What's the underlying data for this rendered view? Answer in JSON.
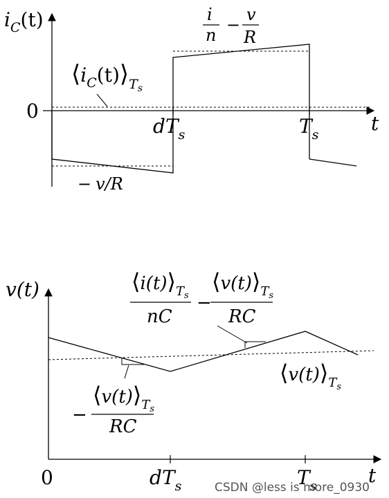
{
  "top": {
    "y_label": "i_C(t)",
    "y_label_main": "i",
    "y_label_sub": "C",
    "y_label_arg": "(t)",
    "avg_label_main": "i",
    "avg_label_sub_c": "C",
    "avg_label_arg": "(t)",
    "avg_label_sub": "T",
    "avg_label_sub2": "s",
    "zero_label": "0",
    "t_label": "t",
    "dTs_d": "d",
    "dTs_T": "T",
    "dTs_s": "s",
    "Ts_T": "T",
    "Ts_s": "s",
    "upper_num1": "i",
    "upper_den1": "n",
    "upper_minus": "−",
    "upper_num2": "v",
    "upper_den2": "R",
    "lower_label_minus": "−",
    "lower_label": "v/R"
  },
  "bottom": {
    "y_label": "v(t)",
    "zero_label": "0",
    "t_label": "t",
    "dTs_d": "d",
    "dTs_T": "T",
    "dTs_s": "s",
    "Ts_T": "T",
    "Ts_s": "s",
    "slope1_num": "i(t)",
    "slope1_sub": "T",
    "slope1_sub2": "s",
    "slope1_den": "nC",
    "slope1_minus": "−",
    "slope2_num": "v(t)",
    "slope2_sub": "T",
    "slope2_sub2": "s",
    "slope2_den": "RC",
    "left_minus": "−",
    "left_num": "v(t)",
    "left_sub": "T",
    "left_sub2": "s",
    "left_den": "RC",
    "avg_label": "v(t)",
    "avg_sub": "T",
    "avg_sub2": "s"
  },
  "watermark": "CSDN @less is more_0930"
}
